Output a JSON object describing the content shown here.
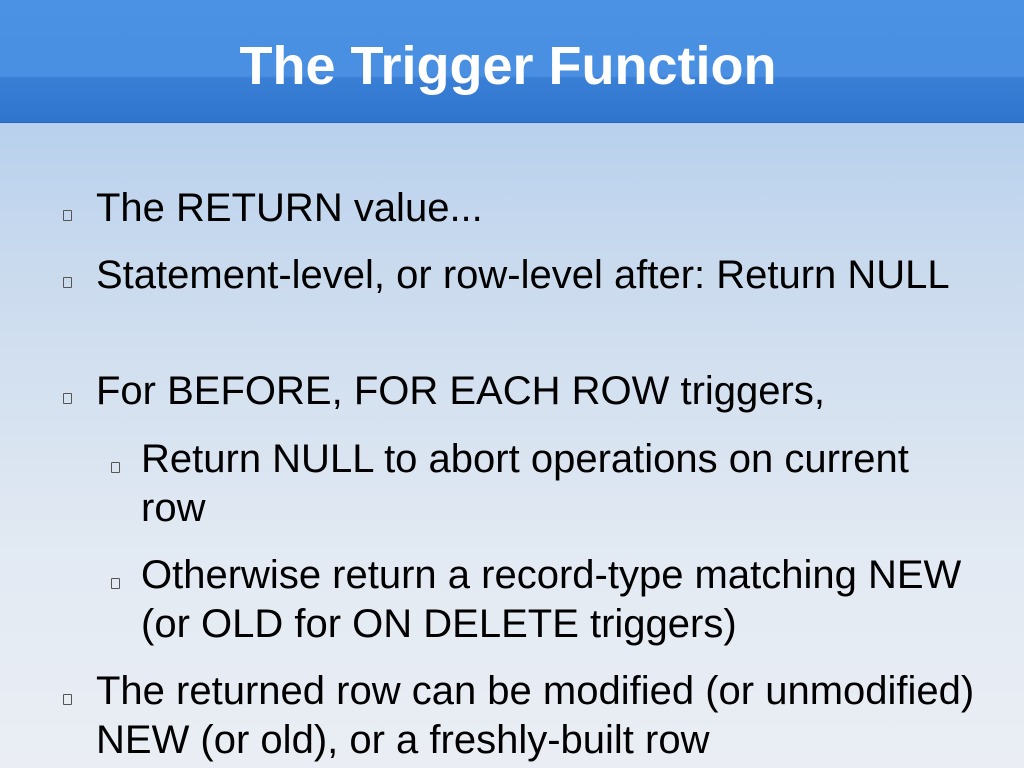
{
  "slide": {
    "title": "The Trigger Function",
    "bullets": [
      {
        "level": 1,
        "text": "The RETURN value..."
      },
      {
        "level": 1,
        "text": "Statement-level, or row-level after: Return NULL"
      },
      {
        "level": 1,
        "text": "For BEFORE, FOR EACH ROW triggers,"
      },
      {
        "level": 2,
        "text": "Return NULL to abort operations on current row"
      },
      {
        "level": 2,
        "text": "Otherwise return a record-type matching NEW (or OLD for ON DELETE triggers)"
      },
      {
        "level": 1,
        "text": "The returned row can be modified (or unmodified) NEW (or old), or a freshly-built row"
      }
    ]
  },
  "colors": {
    "title_bar": "#4a8fe1",
    "title_text": "#ffffff",
    "body_text": "#000000"
  }
}
